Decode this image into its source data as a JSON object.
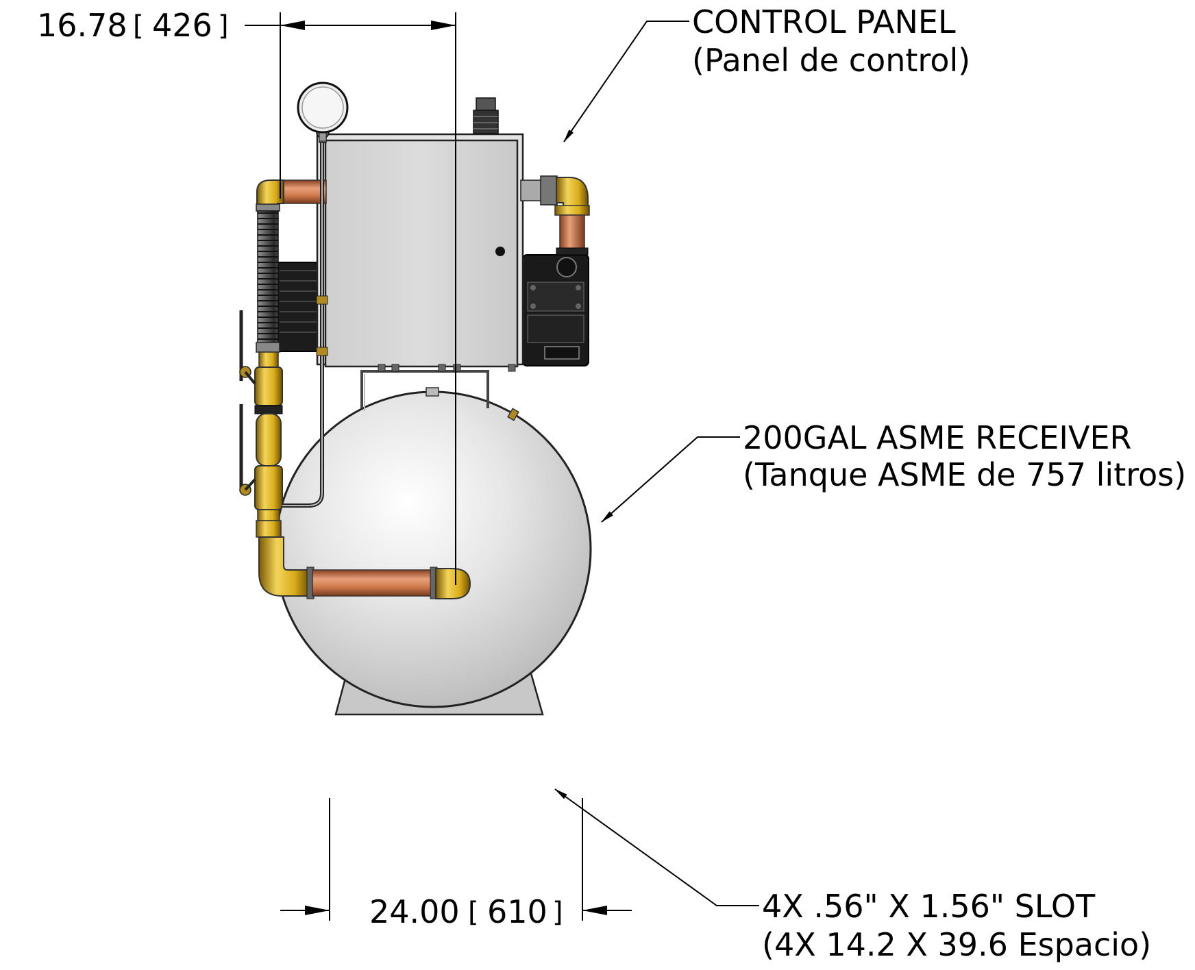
{
  "dimensions": {
    "top_width": {
      "imperial": "16.78",
      "metric": "426"
    },
    "base_width": {
      "imperial": "24.00",
      "metric": "610"
    }
  },
  "callouts": {
    "control_panel": {
      "line1": "CONTROL PANEL",
      "line2": "(Panel de control)"
    },
    "receiver": {
      "line1": "200GAL ASME RECEIVER",
      "line2": "(Tanque ASME de 757 litros)"
    },
    "slot": {
      "line1": "4X .56\" X 1.56\" SLOT",
      "line2": "(4X 14.2 X 39.6 Espacio)"
    }
  },
  "icons": [
    "pressure-gauge-icon",
    "exhaust-vent-icon"
  ],
  "colors": {
    "tank": "#d4d4d4",
    "panel": "#d6d6d6",
    "copper": "#c8744a",
    "brass": "#d9b020",
    "pump": "#1c1c1c"
  }
}
